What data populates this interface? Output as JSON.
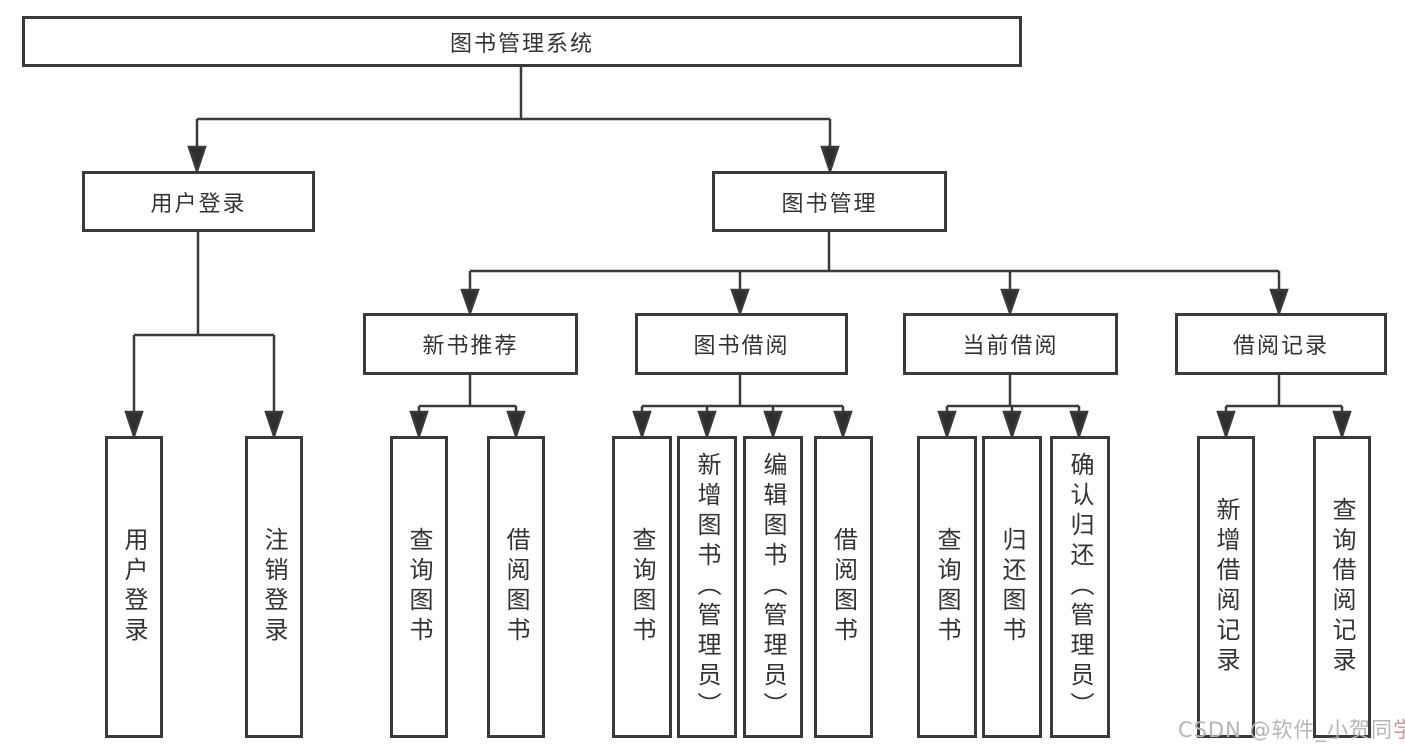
{
  "tree": {
    "label": "图书管理系统",
    "children": [
      {
        "label": "用户登录",
        "children": [
          {
            "label": "用户登录"
          },
          {
            "label": "注销登录"
          }
        ]
      },
      {
        "label": "图书管理",
        "children": [
          {
            "label": "新书推荐",
            "children": [
              {
                "label": "查询图书"
              },
              {
                "label": "借阅图书"
              }
            ]
          },
          {
            "label": "图书借阅",
            "children": [
              {
                "label": "查询图书"
              },
              {
                "label": "新增图书（管理员）"
              },
              {
                "label": "编辑图书（管理员）"
              },
              {
                "label": "借阅图书"
              }
            ]
          },
          {
            "label": "当前借阅",
            "children": [
              {
                "label": "查询图书"
              },
              {
                "label": "归还图书"
              },
              {
                "label": "确认归还（管理员）"
              }
            ]
          },
          {
            "label": "借阅记录",
            "children": [
              {
                "label": "新增借阅记录"
              },
              {
                "label": "查询借阅记录"
              }
            ]
          }
        ]
      }
    ]
  },
  "watermark": {
    "prefix": "CSDN @软件_小贺同",
    "suffix": "学"
  },
  "colors": {
    "line": "#3a3a3a",
    "text": "#333333",
    "watermark": "#b6b6b6"
  }
}
